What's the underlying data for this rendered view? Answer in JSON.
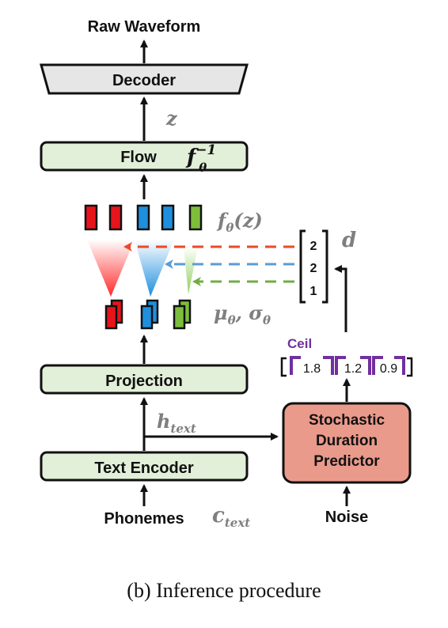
{
  "labels": {
    "raw_waveform": "Raw Waveform",
    "decoder": "Decoder",
    "z": "z",
    "flow": "Flow",
    "f_inverse_base": "f",
    "f_inverse_sup": "−1",
    "f_inverse_sub": "θ",
    "f_theta_z_f": "f",
    "f_theta_z_sub": "θ",
    "f_theta_z_arg": "(z)",
    "mu_sigma": "μ",
    "mu_sub": "θ",
    "mu_comma_sigma": ", σ",
    "sigma_sub": "θ",
    "projection": "Projection",
    "h_text_base": "h",
    "h_text_sub": "text",
    "text_encoder": "Text Encoder",
    "phonemes": "Phonemes",
    "c_text_base": "c",
    "c_text_sub": "text",
    "sdp_line1": "Stochastic",
    "sdp_line2": "Duration",
    "sdp_line3": "Predictor",
    "noise": "Noise",
    "ceil": "Ceil",
    "d": "d"
  },
  "durations_raw": [
    "1.8",
    "1.2",
    "0.9"
  ],
  "durations_ceil": [
    "2",
    "2",
    "1"
  ],
  "caption": "(b) Inference procedure",
  "colors": {
    "red": "#e8141c",
    "blue": "#1e8fde",
    "green": "#7dbd3c",
    "box_green": "#e2efd9",
    "box_salmon": "#ea9a8b",
    "decoder_gray": "#e6e6e6",
    "purple": "#7030a0",
    "arrow_red": "#e84a2a",
    "arrow_blue": "#5b9bd5",
    "arrow_green": "#70ad47"
  }
}
